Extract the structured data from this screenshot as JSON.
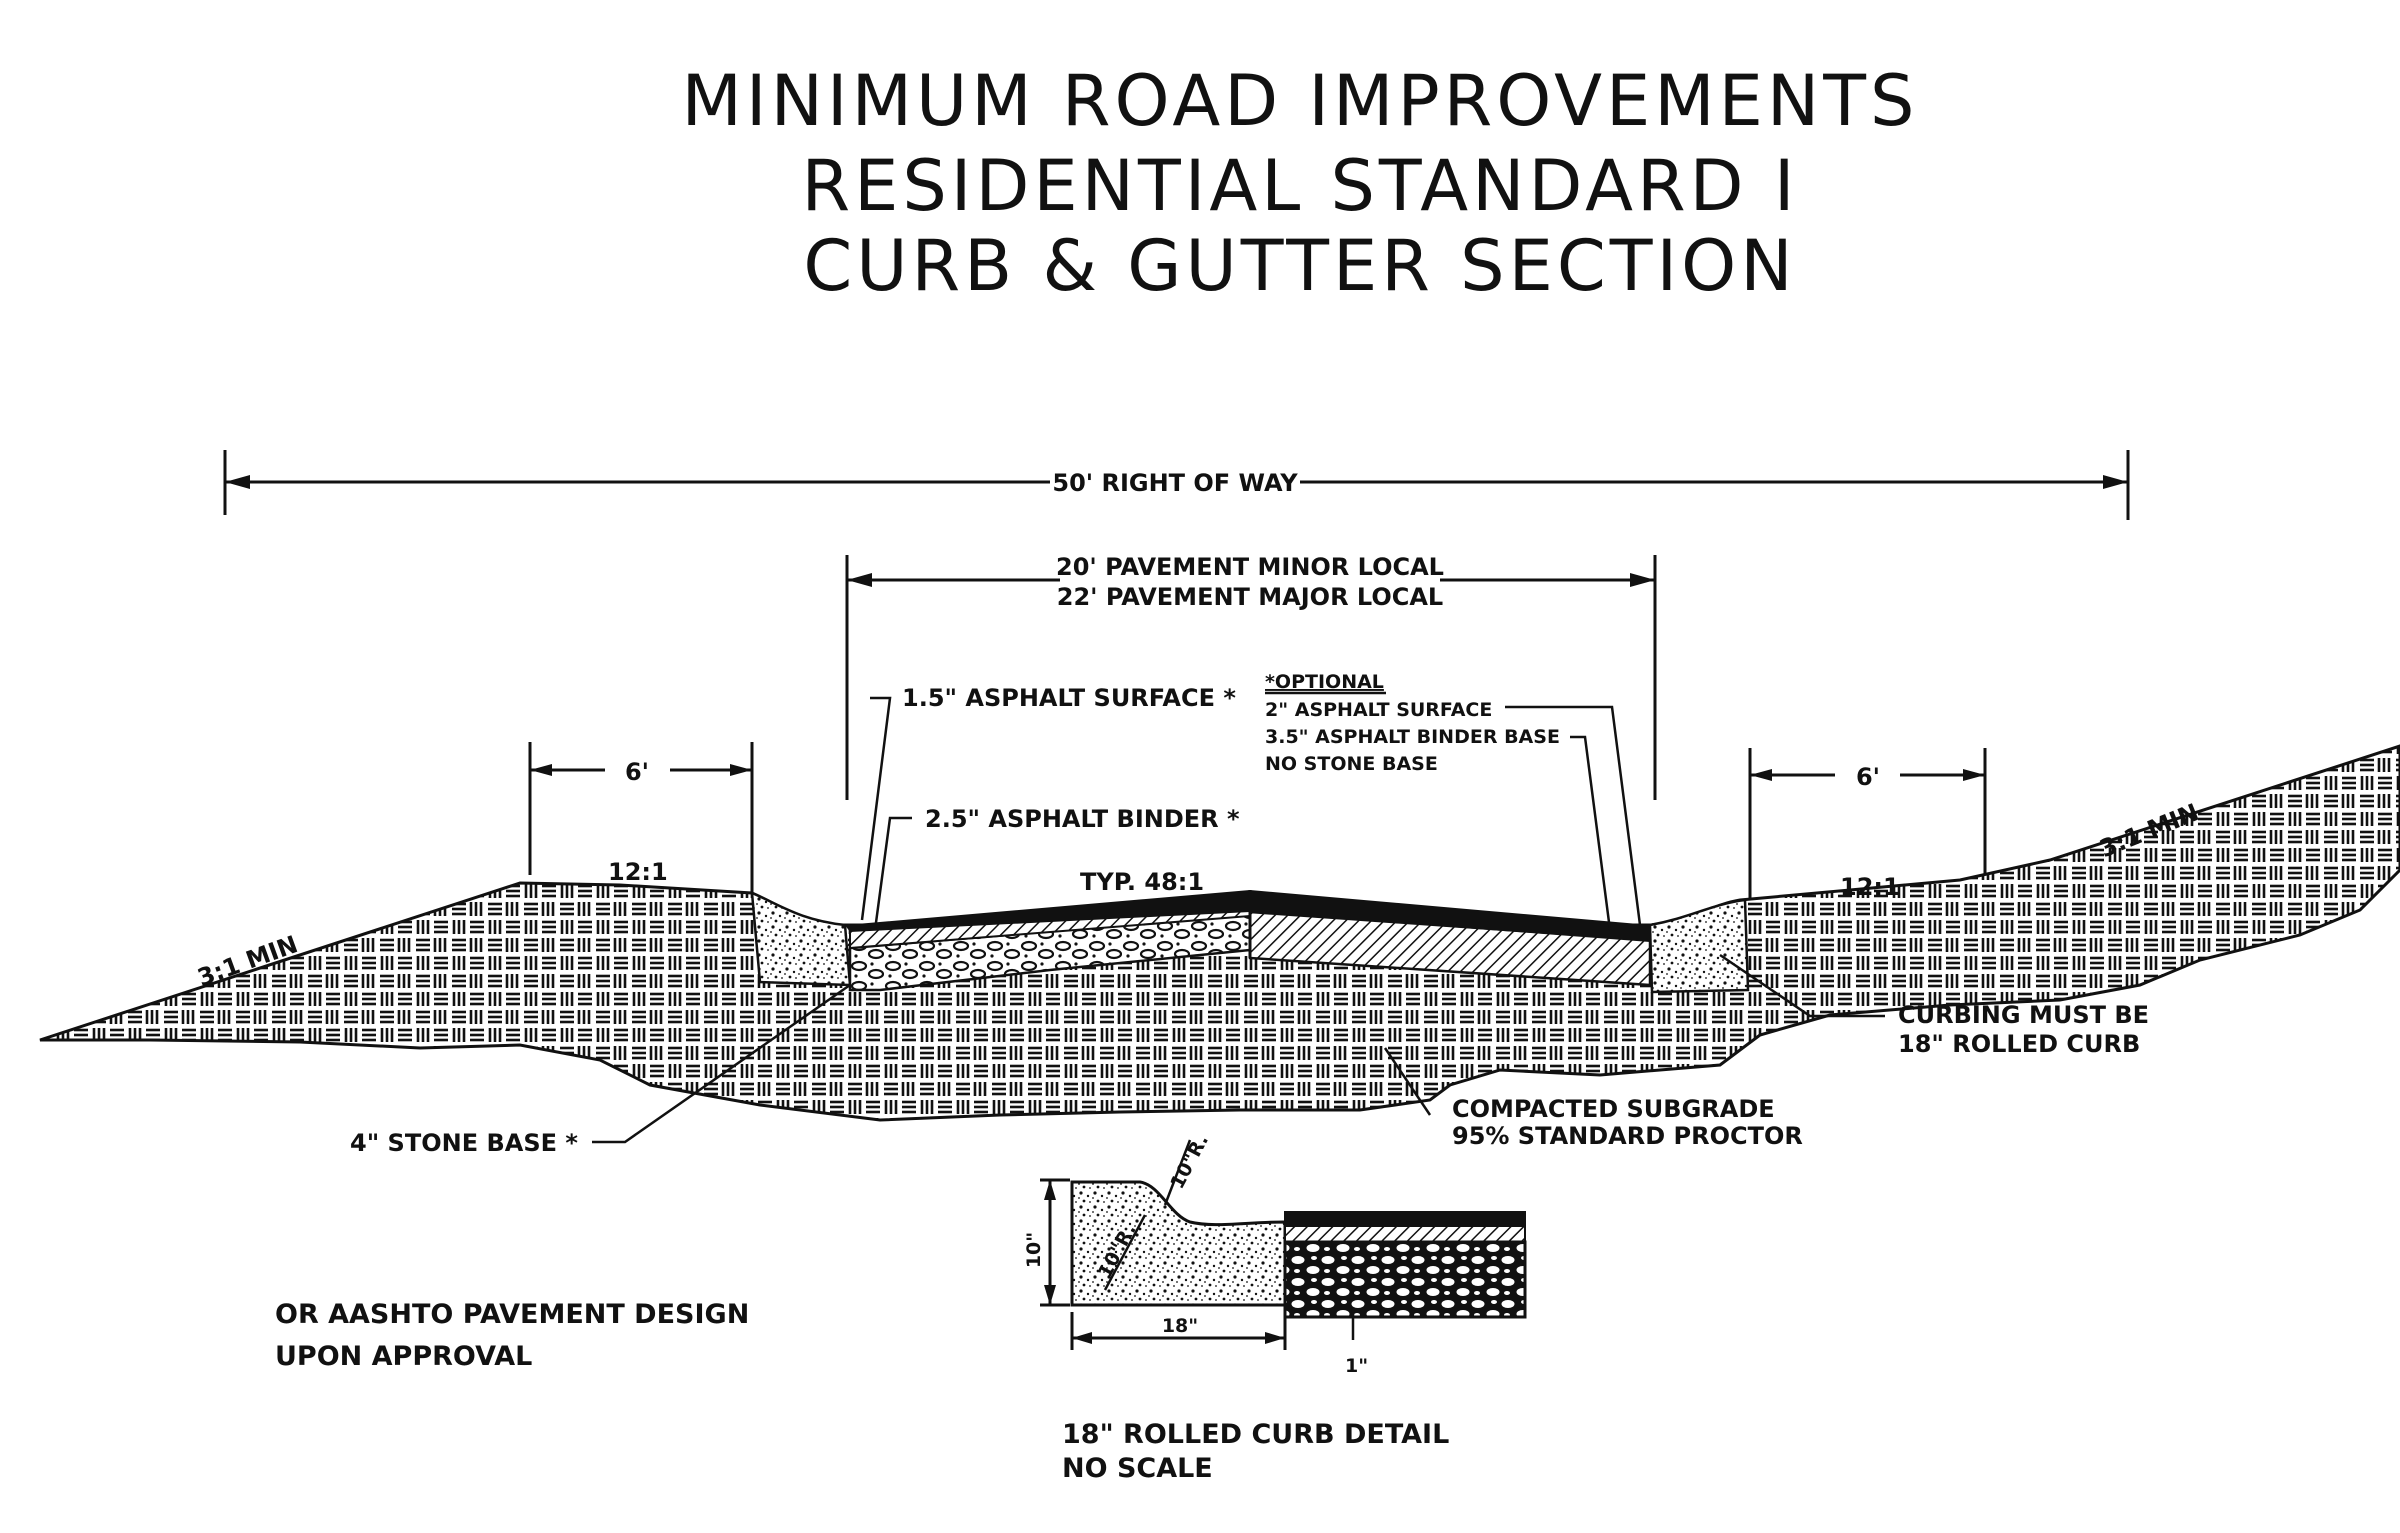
{
  "title": {
    "line1": "MINIMUM ROAD IMPROVEMENTS",
    "line2": "RESIDENTIAL STANDARD I",
    "line3": "CURB & GUTTER SECTION"
  },
  "dimensions": {
    "right_of_way": "50' RIGHT OF WAY",
    "pavement_minor": "20' PAVEMENT MINOR LOCAL",
    "pavement_major": "22' PAVEMENT MAJOR LOCAL",
    "shoulder_left": "6'",
    "shoulder_right": "6'"
  },
  "slopes": {
    "left_side": "3:1 MIN",
    "right_side": "3:1 MIN",
    "left_shoulder": "12:1",
    "right_shoulder": "12:1",
    "crown": "TYP. 48:1"
  },
  "callouts": {
    "asphalt_surface": "1.5\" ASPHALT SURFACE *",
    "asphalt_binder": "2.5\" ASPHALT BINDER *",
    "optional": {
      "heading": "*OPTIONAL",
      "line1": "2\" ASPHALT SURFACE",
      "line2": "3.5\" ASPHALT BINDER BASE",
      "line3": "NO STONE BASE"
    },
    "stone_base": "4\" STONE BASE *",
    "subgrade_line1": "COMPACTED SUBGRADE",
    "subgrade_line2": "95% STANDARD PROCTOR",
    "curbing_line1": "CURBING MUST BE",
    "curbing_line2": "18\" ROLLED CURB"
  },
  "notes": {
    "aashto_line1": "OR AASHTO PAVEMENT DESIGN",
    "aashto_line2": "UPON APPROVAL"
  },
  "curb_detail": {
    "height": "10\"",
    "radius_top": "10\"R.",
    "radius_inner": "10\"R.",
    "width": "18\"",
    "offset": "1\"",
    "caption_line1": "18\" ROLLED CURB DETAIL",
    "caption_line2": "NO SCALE"
  },
  "colors": {
    "ink": "#111111",
    "paper": "#ffffff"
  }
}
